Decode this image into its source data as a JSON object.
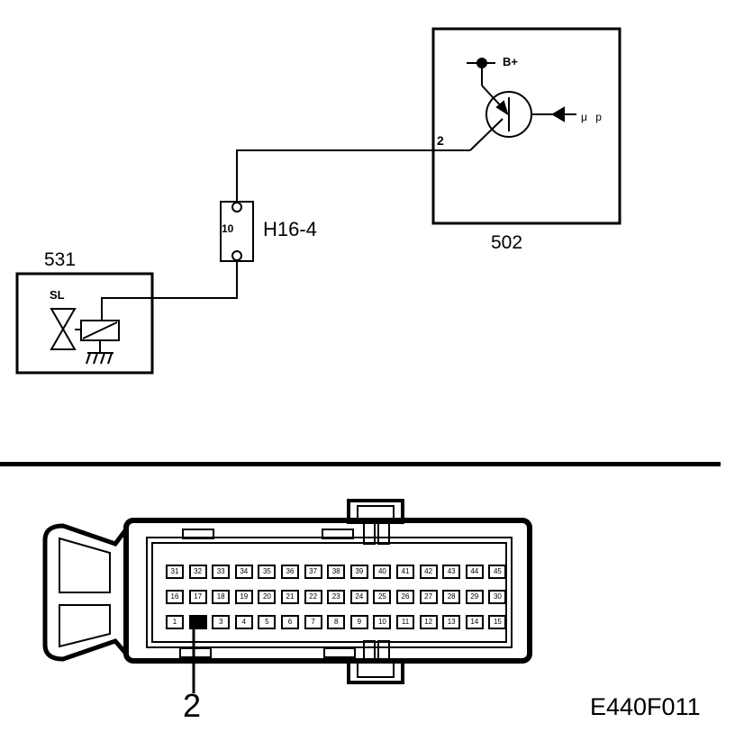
{
  "wiring": {
    "ecu_code": "502",
    "ecu_pin": "2",
    "supply_label": "B+",
    "signal_label": "μ p",
    "connector_code": "H16-4",
    "connector_pin": "10",
    "solenoid_code": "531",
    "solenoid_label": "SL"
  },
  "connector_view": {
    "rows": [
      [
        "31",
        "32",
        "33",
        "34",
        "35",
        "36",
        "37",
        "38",
        "39",
        "40",
        "41",
        "42",
        "43",
        "44",
        "45"
      ],
      [
        "16",
        "17",
        "18",
        "19",
        "20",
        "21",
        "22",
        "23",
        "24",
        "25",
        "26",
        "27",
        "28",
        "29",
        "30"
      ],
      [
        "1",
        "2",
        "3",
        "4",
        "5",
        "6",
        "7",
        "8",
        "9",
        "10",
        "11",
        "12",
        "13",
        "14",
        "15"
      ]
    ],
    "highlighted_pin": "2",
    "callout_label": "2"
  },
  "figure_id": "E440F011"
}
